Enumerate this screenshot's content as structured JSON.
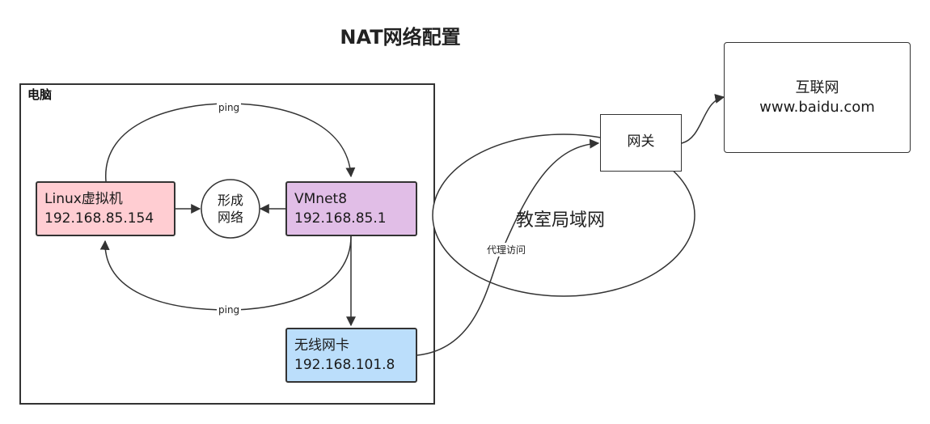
{
  "diagram": {
    "title": "NAT网络配置",
    "pc_frame_label": "电脑",
    "nodes": {
      "linux": {
        "line1": "Linux虚拟机",
        "line2": "192.168.85.154",
        "fill": "#ffcdd2"
      },
      "vmnet8": {
        "line1": "VMnet8",
        "line2": "192.168.85.1",
        "fill": "#e1bee7"
      },
      "wifi": {
        "line1": "无线网卡",
        "line2": "192.168.101.8",
        "fill": "#bbdefb"
      },
      "network_circle": {
        "line1": "形成",
        "line2": "网络"
      },
      "gateway": {
        "label": "网关"
      },
      "internet": {
        "line1": "互联网",
        "line2": "www.baidu.com"
      },
      "lan": {
        "label": "教室局域网"
      }
    },
    "edges": {
      "ping_top": "ping",
      "ping_bottom": "ping",
      "proxy": "代理访问"
    },
    "colors": {
      "stroke": "#333333",
      "linux_fill": "#ffcdd2",
      "vmnet_fill": "#e1bee7",
      "wifi_fill": "#bbdefb"
    }
  }
}
